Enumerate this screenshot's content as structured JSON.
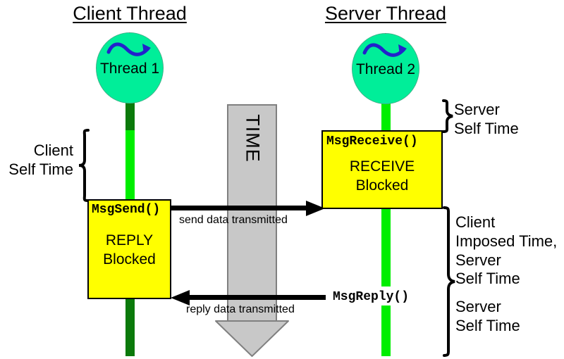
{
  "diagram": {
    "title_client": "Client Thread",
    "title_server": "Server Thread",
    "time_axis_label": "TIME",
    "colors": {
      "thread_bubble": "#00EE99",
      "lifeline_active": "#00EE00",
      "lifeline_dark": "#0B7A0B",
      "blocked_box": "#FFFF00",
      "time_arrow": "#C8C8C8",
      "arrow": "#000000",
      "text": "#000000",
      "squiggle": "#2222CC"
    },
    "client": {
      "thread_label": "Thread 1",
      "self_time_label": "Client\nSelf Time",
      "send_box": {
        "function": "MsgSend()",
        "state_line1": "REPLY",
        "state_line2": "Blocked"
      }
    },
    "server": {
      "thread_label": "Thread 2",
      "receive_box": {
        "function": "MsgReceive()",
        "state_line1": "RECEIVE",
        "state_line2": "Blocked"
      },
      "reply_function": "MsgReply()",
      "self_time_label_top": "Server\nSelf Time",
      "combined_time_label": "Client\nImposed Time,\nServer\nSelf Time",
      "self_time_label_bottom": "Server\nSelf Time"
    },
    "messages": {
      "send": "send data transmitted",
      "reply": "reply data transmitted"
    },
    "icons": {
      "thread_squiggle": "squiggle-arrow-icon",
      "time_arrow": "down-arrow-icon",
      "send_arrow": "right-arrow-icon",
      "reply_arrow": "left-arrow-icon",
      "brace": "curly-brace-icon"
    }
  }
}
